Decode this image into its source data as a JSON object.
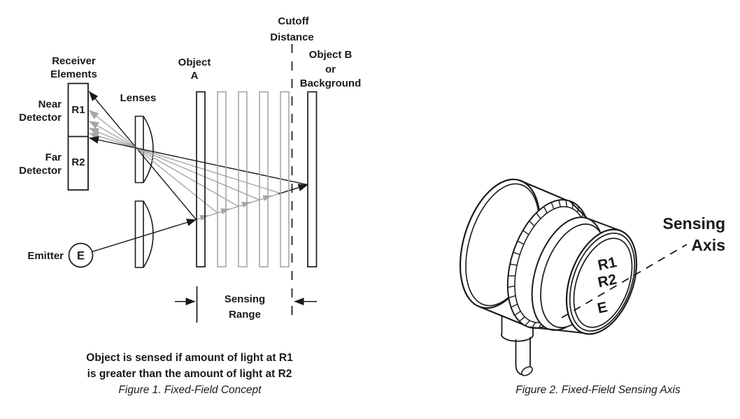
{
  "fig1": {
    "labels": {
      "cutoff1": "Cutoff",
      "cutoff2": "Distance",
      "objectA1": "Object",
      "objectA2": "A",
      "objectB1": "Object B",
      "objectB2": "or",
      "objectB3": "Background",
      "receiver1": "Receiver",
      "receiver2": "Elements",
      "near1": "Near",
      "near2": "Detector",
      "far1": "Far",
      "far2": "Detector",
      "lenses": "Lenses",
      "r1": "R1",
      "r2": "R2",
      "emitter": "Emitter",
      "e": "E",
      "range1": "Sensing",
      "range2": "Range"
    },
    "caption_line1": "Object is sensed if amount of light at R1",
    "caption_line2": "is greater than the amount of light at R2",
    "caption": "Figure 1. Fixed-Field Concept"
  },
  "fig2": {
    "face": {
      "r1": "R1",
      "r2": "R2",
      "e": "E"
    },
    "axis1": "Sensing",
    "axis2": "Axis",
    "caption": "Figure 2. Fixed-Field Sensing Axis"
  },
  "colors": {
    "ink": "#1a1a1a",
    "gray": "#a6a6a6",
    "background": "#ffffff"
  }
}
